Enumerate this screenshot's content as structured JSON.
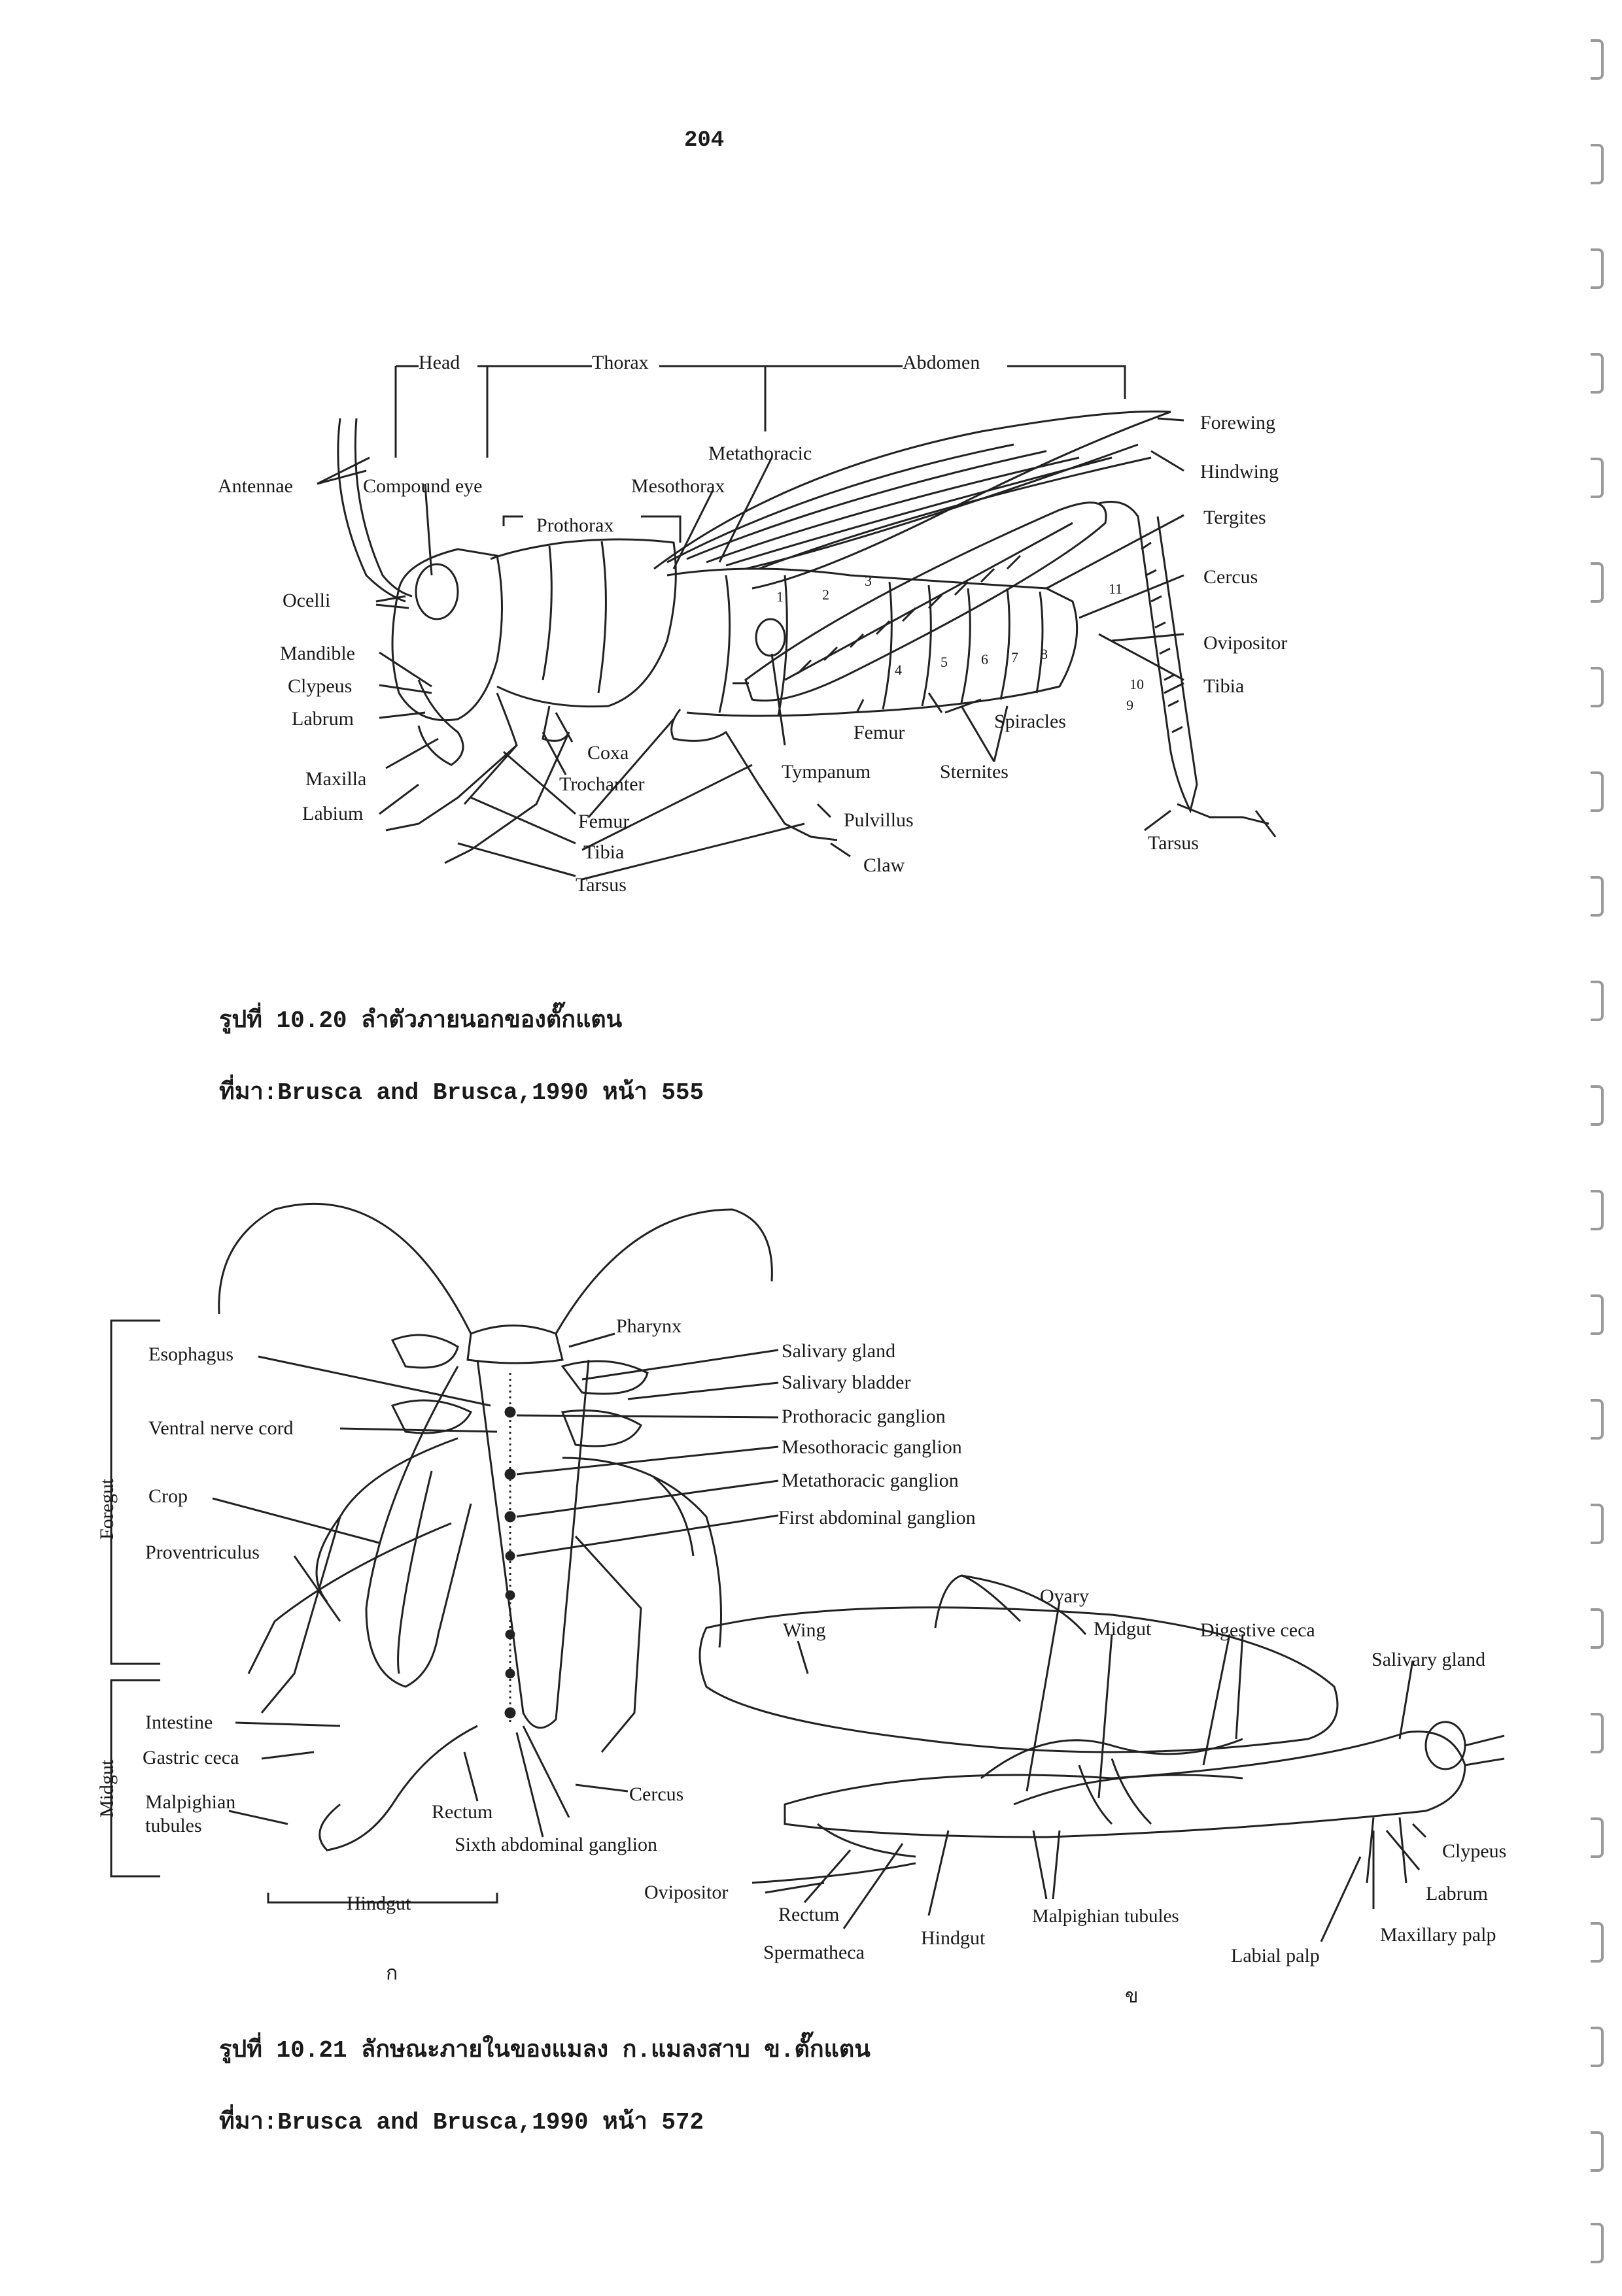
{
  "page_number": "204",
  "figure1": {
    "labels": {
      "head": "Head",
      "thorax": "Thorax",
      "abdomen": "Abdomen",
      "forewing": "Forewing",
      "hindwing": "Hindwing",
      "tergites": "Tergites",
      "cercus": "Cercus",
      "ovipositor": "Ovipositor",
      "tibia_hind": "Tibia",
      "tarsus_hind": "Tarsus",
      "metathoracic": "Metathoracic",
      "mesothorax": "Mesothorax",
      "prothorax": "Prothorax",
      "antennae": "Antennae",
      "compound_eye": "Compound eye",
      "ocelli": "Ocelli",
      "mandible": "Mandible",
      "clypeus": "Clypeus",
      "labrum": "Labrum",
      "maxilla": "Maxilla",
      "labium": "Labium",
      "coxa": "Coxa",
      "trochanter": "Trochanter",
      "femur_leg": "Femur",
      "tibia_leg": "Tibia",
      "tarsus_leg": "Tarsus",
      "femur_body": "Femur",
      "spiracles": "Spiracles",
      "tympanum": "Tympanum",
      "sternites": "Sternites",
      "pulvillus": "Pulvillus",
      "claw": "Claw"
    },
    "segment_numbers": [
      "1",
      "2",
      "3",
      "4",
      "5",
      "6",
      "7",
      "8",
      "9",
      "10",
      "11"
    ],
    "caption": "รูปที่ 10.20 ลำตัวภายนอกของตั๊กแตน",
    "source": "ที่มา:Brusca and Brusca,1990 หน้า 555"
  },
  "figure2": {
    "labels": {
      "foregut": "Foregut",
      "midgut_side": "Midgut",
      "esophagus": "Esophagus",
      "ventral_nerve_cord": "Ventral nerve cord",
      "crop": "Crop",
      "proventriculus": "Proventriculus",
      "intestine": "Intestine",
      "gastric_ceca": "Gastric ceca",
      "malpighian_tubules_1": "Malpighian",
      "malpighian_tubules_2": "tubules",
      "hindgut_a": "Hindgut",
      "rectum_a": "Rectum",
      "cercus": "Cercus",
      "sixth_abdominal_ganglion": "Sixth abdominal ganglion",
      "pharynx": "Pharynx",
      "salivary_gland_a": "Salivary gland",
      "salivary_bladder": "Salivary bladder",
      "prothoracic_ganglion": "Prothoracic ganglion",
      "mesothoracic_ganglion": "Mesothoracic ganglion",
      "metathoracic_ganglion": "Metathoracic ganglion",
      "first_abdominal_ganglion": "First abdominal ganglion",
      "wing": "Wing",
      "ovary": "Ovary",
      "midgut_b": "Midgut",
      "digestive_ceca": "Digestive ceca",
      "salivary_gland_b": "Salivary gland",
      "clypeus": "Clypeus",
      "labrum": "Labrum",
      "maxillary_palp": "Maxillary palp",
      "labial_palp": "Labial palp",
      "malpighian_tubules_b": "Malpighian tubules",
      "hindgut_b": "Hindgut",
      "spermatheca": "Spermatheca",
      "rectum_b": "Rectum",
      "ovipositor": "Ovipositor",
      "part_a": "ก",
      "part_b": "ข"
    },
    "caption": "รูปที่ 10.21 ลักษณะภายในของแมลง ก.แมลงสาบ ข.ตั๊กแตน",
    "source": "ที่มา:Brusca and Brusca,1990 หน้า 572"
  }
}
